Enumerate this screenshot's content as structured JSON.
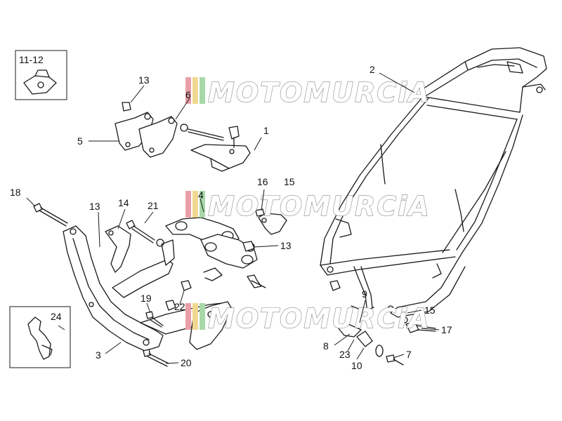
{
  "diagram": {
    "callouts": {
      "c1": "1",
      "c2": "2",
      "c3": "3",
      "c4": "4",
      "c5": "5",
      "c6": "6",
      "c7": "7",
      "c8": "8",
      "c9": "9",
      "c10": "10",
      "c11_12": "11-12",
      "c13a": "13",
      "c13b": "13",
      "c13c": "13",
      "c14": "14",
      "c15a": "15",
      "c15b": "15",
      "c16": "16",
      "c17": "17",
      "c18": "18",
      "c19": "19",
      "c20": "20",
      "c21": "21",
      "c22": "22",
      "c23": "23",
      "c24": "24"
    },
    "watermark": {
      "text": "MOTOMURCiA",
      "colors": [
        "#e8a0a8",
        "#f0d890",
        "#a8d8a8"
      ]
    }
  }
}
